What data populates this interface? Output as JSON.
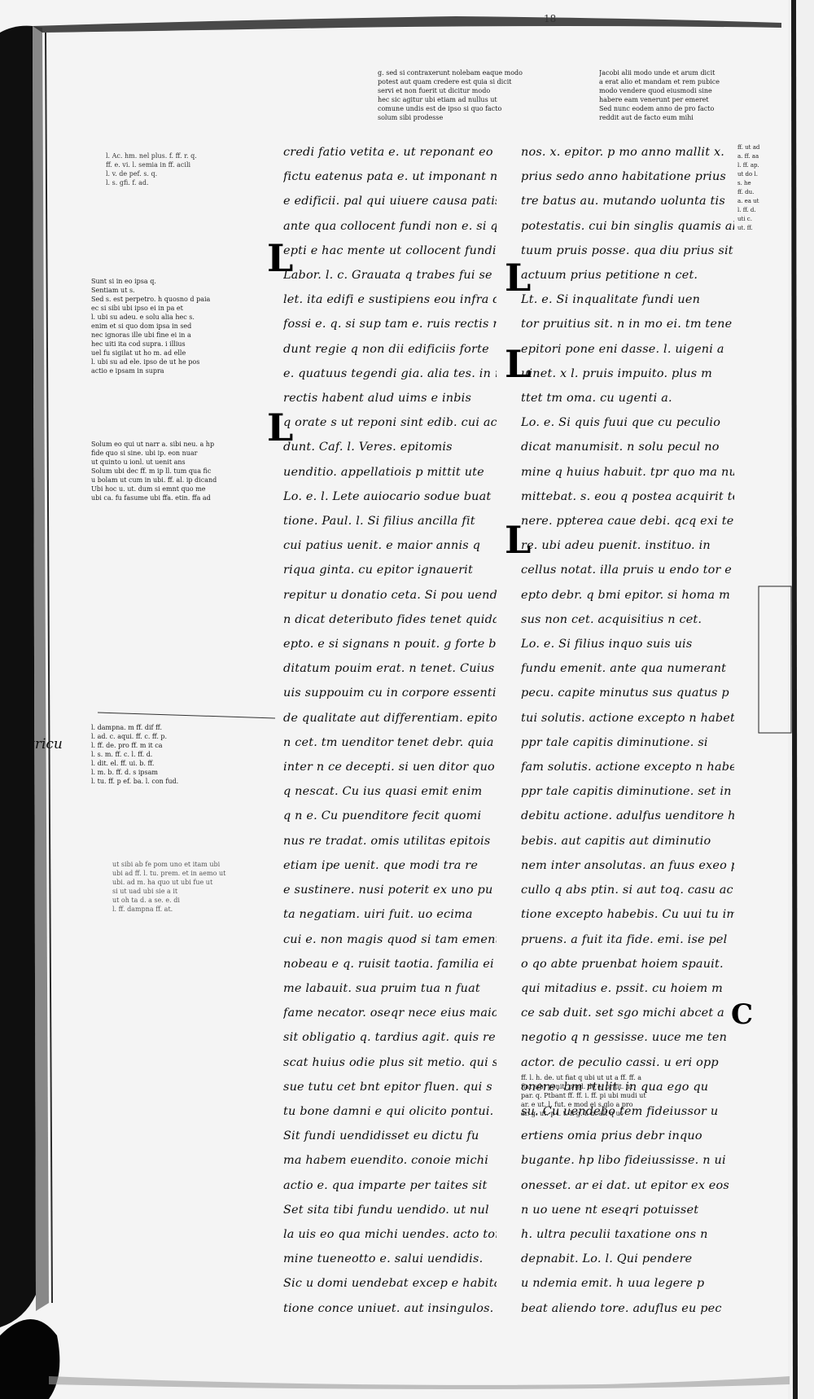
{
  "folio": "18",
  "margin_note": "tricu",
  "gloss_top_left": [
    "g. sed si contraxerunt nolebam eaque modo",
    "potest aut quam credere est quia si dicit",
    "servi et non fuerit ut dicitur modo",
    "hec sic agitur ubi etiam ad nullus ut",
    "comune undis est de ipso si quo facto",
    "solum sibi prodesse"
  ],
  "gloss_top_right": [
    "Jacobi alii modo unde et arum dicit",
    "a erat alio et mandam et rem pubice",
    "modo vendere quod eiusmodi sine",
    "habere eam venerunt per emeret",
    "Sed nunc eodem anno de pro facto",
    "reddit aut de facto eum mihi"
  ],
  "column1": [
    "credi fatio vetita e. ut reponant eo",
    "fictu eatenus pata e. ut imponant non",
    "e edificii. pal qui uiuere causa patis",
    "ante qua collocent fundi non e. si qui te",
    "epti e hac mente ut collocent fundi e.",
    "Labor. l. c. Grauata q trabes fui se",
    "let. ita edifi e sustipiens eou infra de",
    "fossi e. q. si sup tam e. ruis rectis re",
    "dunt regie q non dii edificiis forte",
    "e. quatuus tegendi gia. alia tes. in ru",
    "rectis habent alud uims e inbis",
    "q orate s ut reponi sint edib. cui acce",
    "dunt. Caf. l. Veres. epitomis",
    "uenditio. appellatiois p mittit ute",
    "Lo. e. l. Lete auiocario sodue buat",
    "tione. Paul. l. Si filius ancilla fit",
    "cui patius uenit. e maior annis q",
    "riqua ginta. cu epitor ignauerit",
    "repitur u donatio ceta. Si pou uenditio",
    "n dicat deteributo fides tenet quida",
    "epto. e si signans n pouit. g forte bi",
    "ditatum pouim erat. n tenet. Cuius",
    "uis suppouim cu in corpore essentiam",
    "de qualitate aut differentiam. epitone",
    "n cet. tm uenditor tenet debr. quia",
    "inter n ce decepti. si uen ditor quo",
    "q nescat. Cu ius quasi emit enim",
    "q n e. Cu puenditore fecit quomi",
    "nus re tradat. omis utilitas epitois",
    "etiam ipe uenit. que modi tra re",
    "e sustinere. nusi poterit ex uno pu",
    "ta negatiam. uiri fuit. uo ecima",
    "cui e. non magis quod si tam emente",
    "nobeau e q. ruisit taotia. familia ei fa",
    "me labauit. sua pruim tua n fuat",
    "fame necator. oseqr nece eius maior",
    "sit obligatio q. tardius agit. quis re",
    "scat huius odie plus sit metio. qui s",
    "sue tutu cet bnt epitor fluen. qui s",
    "tu bone damni e qui olicito pontui.",
    "Sit fundi uendidisset eu dictu fu",
    "ma habem euendito. conoie michi",
    "actio e. qua imparte per taites sit",
    "Set sita tibi fundu uendido. ut nul",
    "la uis eo qua michi uendes. acto tono",
    "mine tueneotto e. salui uendidis.",
    "Sic u domi uendebat excep e habita",
    "tione conce uniuet. aut insingulos. an"
  ],
  "column2": [
    "nos. x. epitor. p mo anno mallit x.",
    "prius sedo anno habitatione prius",
    "tre batus au. mutando uolunta tis",
    "potestatis. cui bin singlis quamis al",
    "tuum pruis posse. qua diu prius sit",
    "actuum prius petitione n cet.",
    "Lt. e. Si inqualitate fundi uen",
    "tor pruitius sit. n in mo ei. tm tene",
    "epitori pone eni dasse. l. uigeni a",
    "uinet. x l. pruis impuito. plus m",
    "ttet tm oma. cu ugenti a.",
    "Lo. e. Si quis fuui que cu peculio",
    "dicat manumisit. n solu pecul no",
    "mine q huius habuit. tpr quo ma nu",
    "mittebat. s. eou q postea acquirit te",
    "nere. ppterea caue debi. qcq exi ter",
    "re. ubi adeu puenit. instituo. in",
    "cellus notat. illa pruis u endo tor e",
    "epto debr. q bmi epitor. si homa m",
    "sus non cet. acquisitius n cet.",
    "Lo. e. Si filius inquo suis uis",
    "fundu emenit. ante qua numerant",
    "pecu. capite minutus sus quatus p",
    "tui solutis. actione excepto n habet",
    "ppr tale capitis diminutione. si",
    "fam solutis. actione excepto n habet",
    "ppr tale capitis diminutione. set in",
    "debitu actione. adulfus uenditore ha",
    "bebis. aut capitis aut diminutio",
    "nem inter ansolutas. an fuus exeo pe",
    "cullo q abs ptin. si aut toq. casu ac",
    "tione excepto habebis. Cu uui tu im",
    "pruens. a fuit ita fide. emi. ise pel",
    "o qo abte pruenbat hoiem spauit.",
    "qui mitadius e. pssit. cu hoiem m",
    "ce sab duit. set sgo michi abcet a",
    "negotio q n gessisse. uuce me ten",
    "actor. de peculio cassi. u eri opp",
    "onere. bm rtulit. in qua ego qu",
    "su. Cu uendebo tem fideiussor u",
    "ertiens omia prius debr inquo",
    "bugante. hp libo fideiussisse. n ui",
    "onesset. ar ei dat. ut epitor ex eos",
    "n uo uene nt eseqri potuisset",
    "h. ultra peculii taxatione ons n",
    "depnabit. Lo. l. Qui pendere",
    "u ndemia emit. h uua legere p",
    "beat aliendo tore. aduflus eu pec"
  ],
  "gloss_left_a": [
    "l. Ac. hm. nel plus. f. ff. r. q.",
    "ff. e. vi. l. semia in ff. acili",
    "l. v. de pef. s. q.",
    "l. s. gfi. f. ad."
  ],
  "gloss_left_b": [
    "Sunt si in eo ipsa q.",
    "Sentiam ut s.",
    "Sed s. est perpetro. h quosno d paia",
    "ec si sibi ubi ipso ei in pa et",
    "l. ubi su adeu. e solu alia hec s.",
    "enim et si quo dom ipsa in sed",
    "nec ignoras ille ubi fine ei in a",
    "hec uiti ita cod supra. i illius",
    "uel fu sigilat ut ho m. ad elle",
    "l. ubi su ad ele. ipso de ut he pos",
    "actio e ipsam in supra"
  ],
  "gloss_left_c": [
    "Solum eo qui ut narr a. sibi neu. a hp",
    "fide quo si sine. ubi ip. eon nuar",
    "ut quinto u ionl. ut uenit ans",
    "Solum ubi dec ff. m ip ll. tum qua fic",
    "u bolam ut cum in ubi. ff. al. ip dicand",
    "Ubi hoc u. ut. dum si emnt quo me",
    "ubi ca. fu fasume ubi ffa. etin. ffa ad"
  ],
  "gloss_left_d": [
    "l. dampna. m ff. dif ff.",
    "l. ad. c. aqui. ff. c. ff. p.",
    "l. ff. de. pro ff. m it ca",
    "l. s. m. ff. c. l. ff. d.",
    "l. dit. el. ff. ui. b. ff.",
    "l. m. b. ff. d. s ipsam",
    "l. tu. ff. p ef. ba. l. con fud."
  ],
  "gloss_left_e": [
    "ut sibi ab fe pom uno et itam ubi",
    "ubi ad ff. l. tu. prem. et in aemo ut",
    "ubi. ad m. ha quo ut ubi fue ut",
    "si ut uad ubi sie a it",
    "ut oh ta d. a se. e. di",
    "l. ff. dampna ff. at."
  ],
  "gloss_bottom": [
    "ff. l. h. de. ut fiat q ubi ut ut a ff. ff. a",
    "fiat sibi ponit. p gd. de ei pruit. ut",
    "par. q. Ptbant ff. ff. i. ff. pi ubi mudi ut",
    "ar. e ut. l. fut. e mod ei s glo a pro",
    "ar. g. ut. p l. t. h g. l. b. alt q ut"
  ],
  "gloss_right": [
    "ff. ut ad",
    "a. ff. aa",
    "l. ff. ap.",
    "ut do l.",
    "s. he",
    "ff. du.",
    "a. ea ut",
    "l. ff. d.",
    "uti c.",
    "ut. ff."
  ]
}
